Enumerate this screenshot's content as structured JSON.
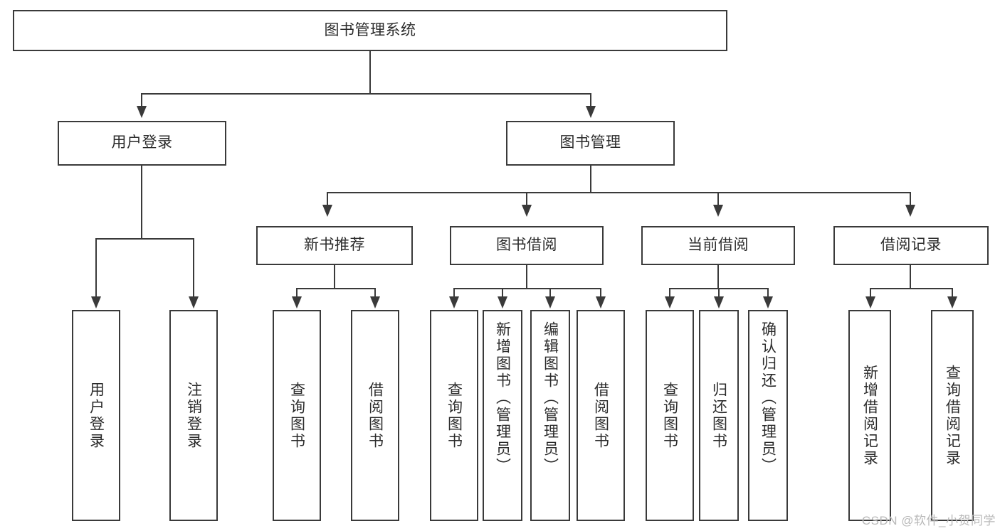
{
  "diagram": {
    "type": "tree-hierarchy-chart",
    "title": "图书管理系统",
    "watermark": "CSDN @软件_小贺同学",
    "colors": {
      "background": "#ffffff",
      "stroke": "#3a3a3a",
      "text": "#2b2b2b",
      "watermark": "#b9b9b9"
    },
    "root": {
      "label": "图书管理系统"
    },
    "level1": [
      {
        "label": "用户登录"
      },
      {
        "label": "图书管理"
      }
    ],
    "level2": [
      {
        "label": "新书推荐"
      },
      {
        "label": "图书借阅"
      },
      {
        "label": "当前借阅"
      },
      {
        "label": "借阅记录"
      }
    ],
    "leaves": {
      "user_login": [
        {
          "label": "用户登录"
        },
        {
          "label": "注销登录"
        }
      ],
      "new_book_recommend": [
        {
          "label": "查询图书"
        },
        {
          "label": "借阅图书"
        }
      ],
      "book_borrow": [
        {
          "label": "查询图书"
        },
        {
          "label": "新增图书（管理员）"
        },
        {
          "label": "编辑图书（管理员）"
        },
        {
          "label": "借阅图书"
        }
      ],
      "current_borrow": [
        {
          "label": "查询图书"
        },
        {
          "label": "归还图书"
        },
        {
          "label": "确认归还（管理员）"
        }
      ],
      "borrow_record": [
        {
          "label": "新增借阅记录"
        },
        {
          "label": "查询借阅记录"
        }
      ]
    }
  }
}
